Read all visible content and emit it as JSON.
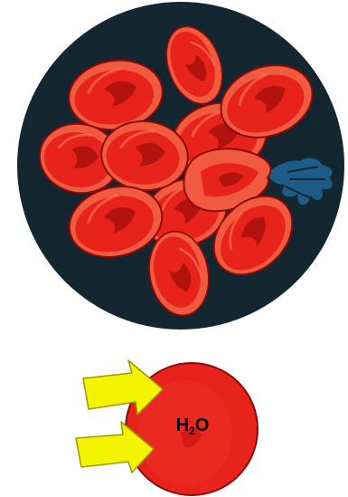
{
  "figure": {
    "top_panel": "red-blood-cells-in-hypotonic-solution",
    "bottom_panel": "water-entering-cell",
    "label": {
      "element": "H",
      "subscript": "2",
      "rest": "O"
    }
  },
  "colors": {
    "background_circle": "#14262f",
    "cell_fill": "#e8231c",
    "cell_light": "#f05a3e",
    "cell_dark": "#b3130e",
    "cell_outline": "#8c0a07",
    "burst_fluid": "#1d5c86",
    "arrow_fill": "#f4f400",
    "arrow_outline": "#9a9a00",
    "text": "#000000"
  }
}
